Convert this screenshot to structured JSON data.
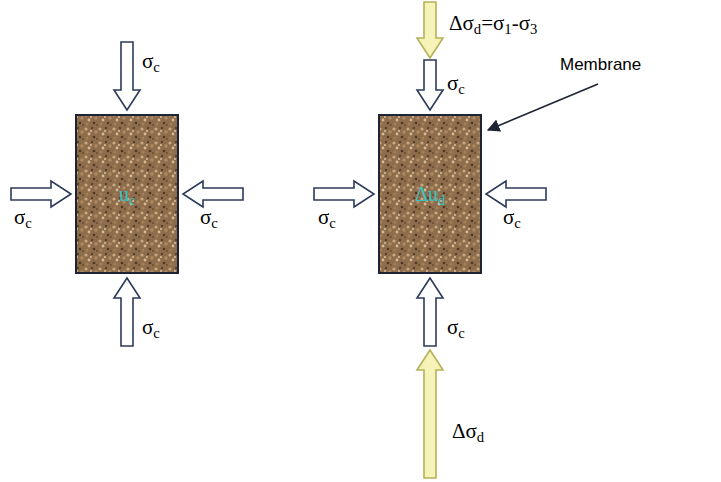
{
  "diagram": {
    "nodes": [
      {
        "text": [
          "uc"
        ]
      },
      {
        "text": [
          "Δud"
        ]
      }
    ],
    "labels": [
      "σc",
      "σc",
      "σc",
      "σc",
      "Δσd=σ1-σ3",
      "σc",
      "Membrane",
      "σc",
      "σc",
      "σc",
      "Δσd"
    ]
  }
}
